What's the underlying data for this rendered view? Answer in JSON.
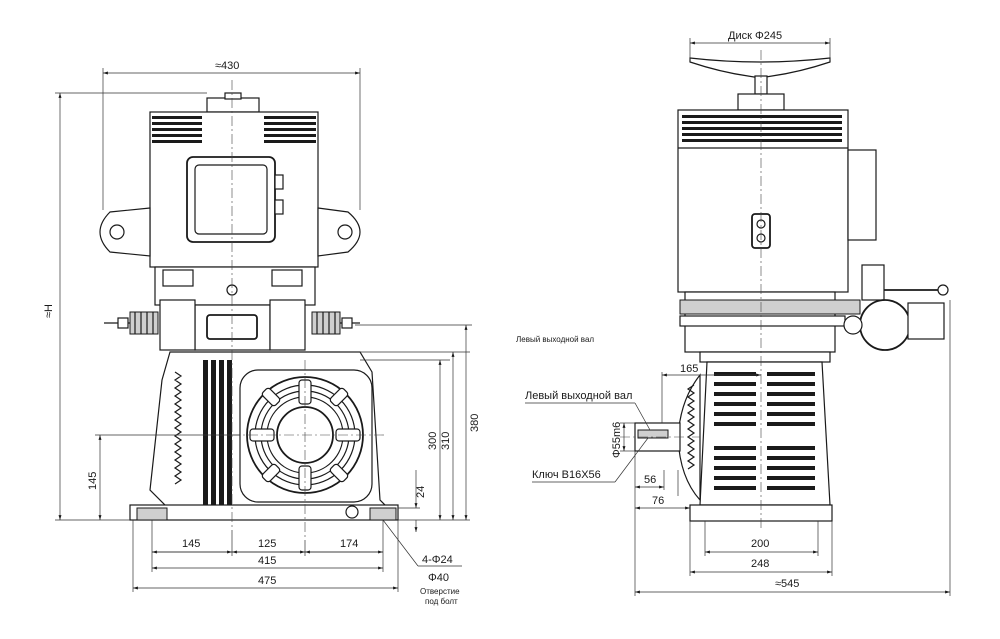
{
  "front_view": {
    "dims": {
      "overall_width": "≈430",
      "overall_height": "≈H",
      "h380": "380",
      "h310": "310",
      "h300": "300",
      "h145": "145",
      "h24": "24",
      "w145": "145",
      "w125": "125",
      "w174": "174",
      "w415": "415",
      "w475": "475"
    },
    "hole_callout": {
      "count_diameter": "4-Φ24",
      "counterbore": "Φ40",
      "note_line1": "Отверстие",
      "note_line2": "под болт"
    }
  },
  "side_view": {
    "dims": {
      "disk": "Диск Φ245",
      "d165": "165",
      "shaft": "Φ55m6",
      "d56": "56",
      "d76": "76",
      "d200": "200",
      "d248": "248",
      "d545": "≈545"
    },
    "labels": {
      "left_shaft_small": "Левый выходной вал",
      "left_shaft": "Левый выходной вал",
      "key": "Ключ B16X56"
    }
  }
}
